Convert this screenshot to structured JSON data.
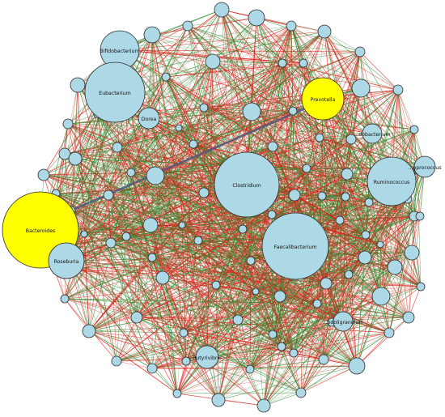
{
  "network": {
    "colors": {
      "node_fill": "#add8e6",
      "highlight_fill": "#ffff00",
      "node_stroke": "#2b2b2b",
      "edge_positive": "#2e8b2e",
      "edge_negative": "#e0201a",
      "highlight_edge": "#555a80"
    },
    "labeled_nodes": [
      {
        "id": "bifidobacterium",
        "label": "Bifidobacterium",
        "highlight": false
      },
      {
        "id": "eubacterium",
        "label": "Eubacterium",
        "highlight": false
      },
      {
        "id": "dorea",
        "label": "Dorea",
        "highlight": false
      },
      {
        "id": "prevotella",
        "label": "Prevotella",
        "highlight": true
      },
      {
        "id": "roseburia-partial",
        "label": "...dobacterium",
        "highlight": false
      },
      {
        "id": "clostridium",
        "label": "Clostridium",
        "highlight": false
      },
      {
        "id": "ruminococcus",
        "label": "Ruminococcus",
        "highlight": false
      },
      {
        "id": "coprococcus",
        "label": "...oprococcus",
        "highlight": false
      },
      {
        "id": "bacteroides",
        "label": "Bacteroides",
        "highlight": true
      },
      {
        "id": "roseburia",
        "label": "Roseburia",
        "highlight": false
      },
      {
        "id": "faecalibacterium",
        "label": "Faecalibacterium",
        "highlight": false
      },
      {
        "id": "subdoligranulum",
        "label": "...bdoligranulum",
        "highlight": false
      },
      {
        "id": "butyrivibrio",
        "label": "Butyrivibrio",
        "highlight": false
      }
    ],
    "highlight_edge": {
      "from": "bacteroides",
      "to": "prevotella"
    }
  }
}
